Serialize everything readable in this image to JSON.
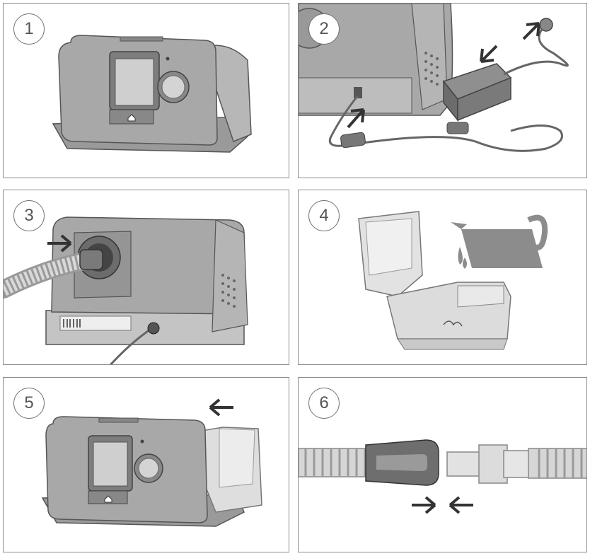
{
  "steps": [
    {
      "number": "1",
      "illustration": "device-front-icon"
    },
    {
      "number": "2",
      "illustration": "power-supply-connection-icon"
    },
    {
      "number": "3",
      "illustration": "air-tubing-connection-icon"
    },
    {
      "number": "4",
      "illustration": "water-tub-filling-icon"
    },
    {
      "number": "5",
      "illustration": "water-tub-insertion-icon"
    },
    {
      "number": "6",
      "illustration": "mask-connection-icon"
    }
  ],
  "colors": {
    "border": "#8a8a8a",
    "device": "#a6a6a6",
    "device_dark": "#6b6b6b",
    "screen": "#c8c8c8",
    "jug": "#8c8c8c",
    "tub": "#d9d9d9"
  }
}
